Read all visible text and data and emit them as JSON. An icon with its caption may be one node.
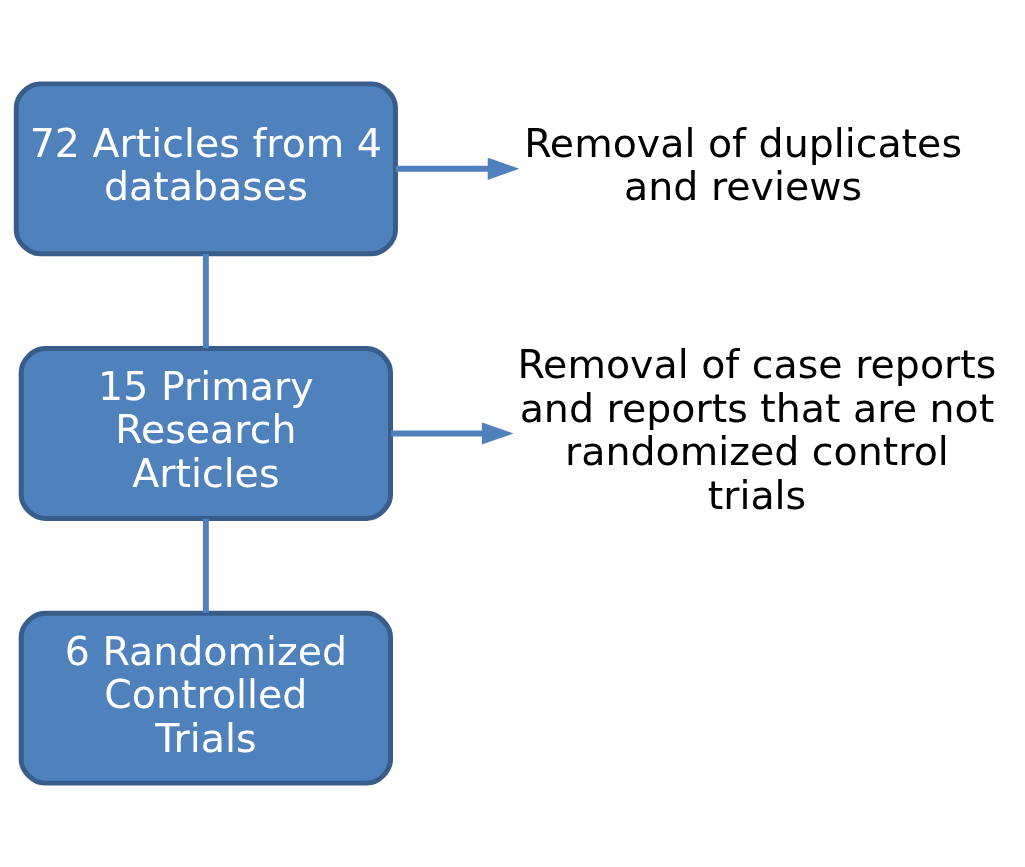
{
  "diagram": {
    "nodes": [
      {
        "text": [
          "72 Articles from 4 databases"
        ]
      },
      {
        "text": [
          "15 Primary Research Articles"
        ]
      },
      {
        "text": [
          "6 Randomized Controlled Trials"
        ]
      },
      {
        "text": [
          "Removal of duplicates and reviews"
        ]
      },
      {
        "text": [
          "Removal of case reports and reports that are not randomized control trials"
        ]
      }
    ],
    "edges": [
      {
        "from": 0,
        "to": 1,
        "arrow": "none"
      },
      {
        "from": 0,
        "to": 3,
        "arrow": "to"
      },
      {
        "from": 1,
        "to": 2,
        "arrow": "none"
      },
      {
        "from": 1,
        "to": 4,
        "arrow": "to"
      }
    ]
  }
}
